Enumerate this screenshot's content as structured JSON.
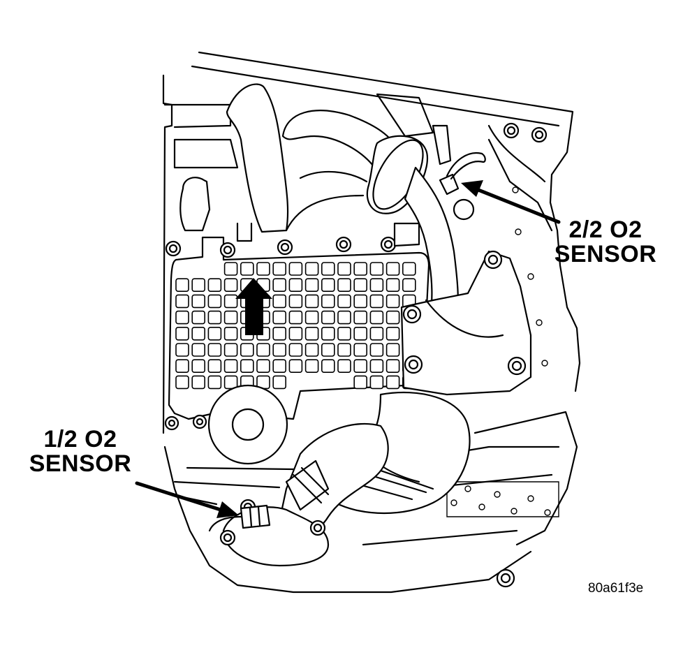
{
  "labels": {
    "sensor_downstream": {
      "line1": "2/2 O2",
      "line2": "SENSOR"
    },
    "sensor_upstream": {
      "line1": "1/2 O2",
      "line2": "SENSOR"
    }
  },
  "figure_code": "80a61f3e",
  "colors": {
    "ink": "#000000",
    "paper": "#ffffff"
  }
}
